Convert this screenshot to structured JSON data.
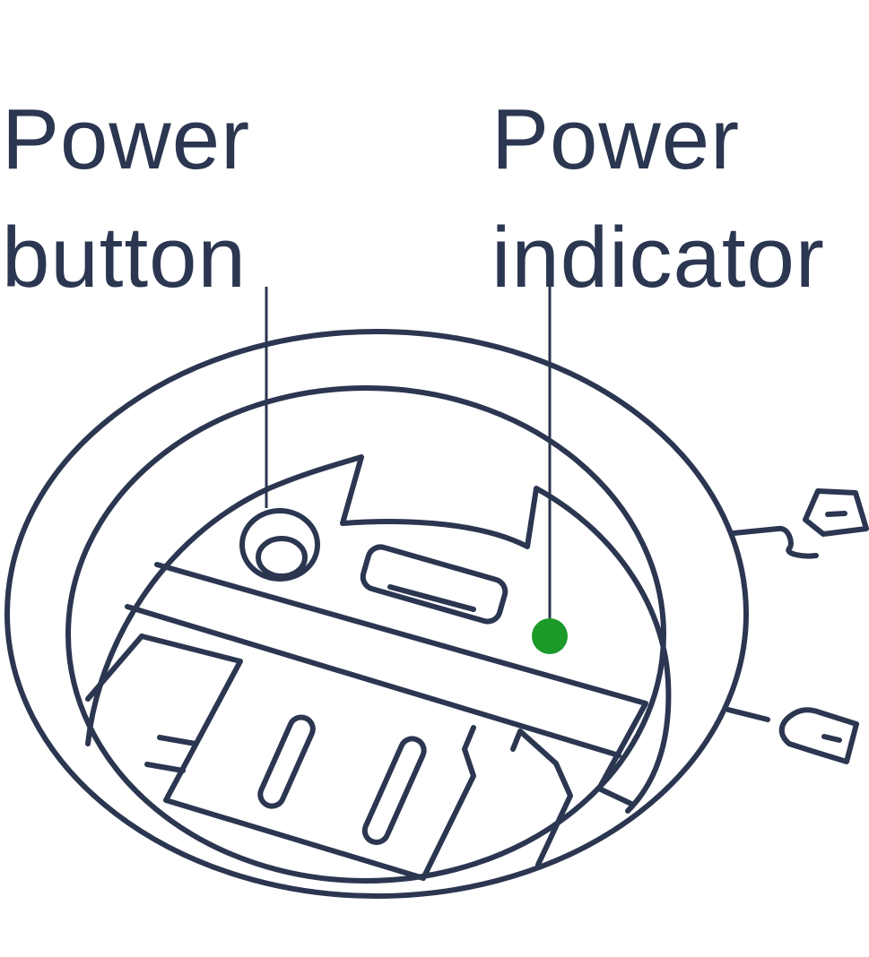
{
  "labels": {
    "power_button": {
      "line1": "Power",
      "line2": "button"
    },
    "power_indicator": {
      "line1": "Power",
      "line2": "indicator"
    }
  },
  "colors": {
    "stroke": "#2b3650",
    "indicator_light": "#1b9a2a",
    "background": "#ffffff"
  },
  "icons": {
    "indicator_light": "green-dot",
    "device": "round-device-underside"
  }
}
